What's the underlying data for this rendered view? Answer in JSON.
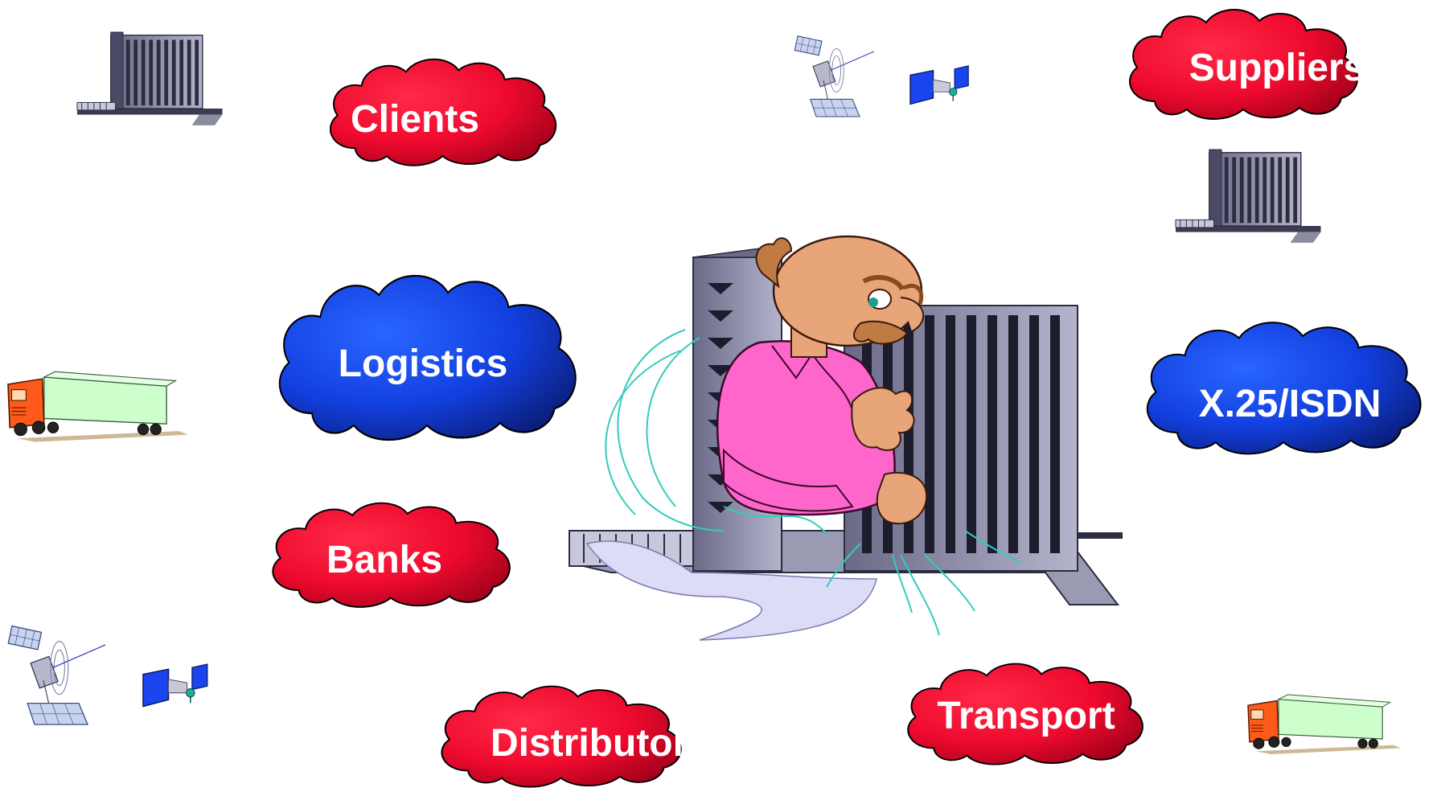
{
  "clouds": {
    "clients": {
      "label": "Clients",
      "style": "red"
    },
    "suppliers": {
      "label": "Suppliers",
      "style": "red"
    },
    "logistics": {
      "label": "Logistics",
      "style": "blue"
    },
    "x25": {
      "label": "X.25/ISDN",
      "style": "blue"
    },
    "banks": {
      "label": "Banks",
      "style": "red"
    },
    "distributors": {
      "label": "Distributors",
      "style": "red"
    },
    "transport": {
      "label": "Transport",
      "style": "red"
    }
  },
  "colors": {
    "red_cloud_light": "#ff1a3a",
    "red_cloud_dark": "#a8001c",
    "blue_cloud_light": "#1a55ff",
    "blue_cloud_dark": "#0a1f7a",
    "building": "#8c8ca8",
    "shirt": "#ff66cc",
    "skin": "#e8a57a",
    "connection_lines": "#33ccbb",
    "truck_cab": "#ff5a1a",
    "truck_trailer": "#ccffcc",
    "monitor": "#1a4cff"
  },
  "icons": [
    "office-building-icon",
    "satellite-icon",
    "truck-icon",
    "computer-monitor-icon",
    "businessman-icon"
  ]
}
